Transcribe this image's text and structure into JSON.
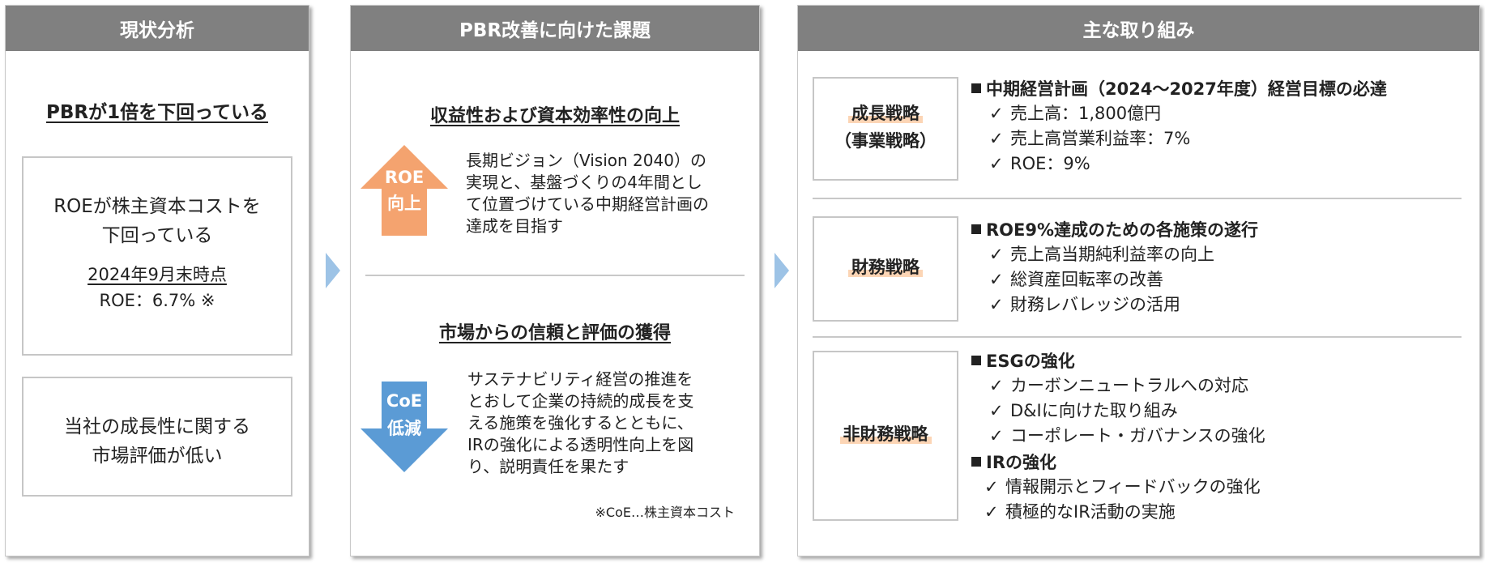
{
  "panel1": {
    "header": "現状分析",
    "heading": "PBRが1倍を下回っている",
    "box1": {
      "line1": "ROEが株主資本コストを",
      "line2": "下回っている",
      "date": "2024年9月末時点",
      "roe": "ROE：6.7% ※"
    },
    "box2": {
      "line1": "当社の成長性に関する",
      "line2": "市場評価が低い"
    }
  },
  "panel2": {
    "header": "PBR改善に向けた課題",
    "section1": {
      "title": "収益性および資本効率性の向上",
      "arrow_line1": "ROE",
      "arrow_line2": "向上",
      "arrow_color": "#f4a36f",
      "lines": [
        "長期ビジョン（Vision 2040）の",
        "実現と、基盤づくりの4年間とし",
        "て位置づけている中期経営計画の",
        "達成を目指す"
      ]
    },
    "section2": {
      "title": "市場からの信頼と評価の獲得",
      "arrow_line1": "CoE",
      "arrow_line2": "低減",
      "arrow_color": "#5b9bd5",
      "lines": [
        "サステナビリティ経営の推進を",
        "とおして企業の持続的成長を支",
        "える施策を強化するとともに、",
        "IRの強化による透明性向上を図",
        "り、説明責任を果たす"
      ]
    },
    "footnote": "※CoE…株主資本コスト"
  },
  "panel3": {
    "header": "主な取り組み",
    "rows": [
      {
        "label_line1": "成長戦略",
        "label_line2": "（事業戦略）",
        "sections": [
          {
            "title": "中期経営計画（2024～2027年度）経営目標の必達",
            "items": [
              "売上高：1,800億円",
              "売上高営業利益率：7%",
              "ROE：9%"
            ]
          }
        ]
      },
      {
        "label_line1": "財務戦略",
        "label_line2": "",
        "sections": [
          {
            "title": "ROE9%達成のための各施策の遂行",
            "items": [
              "売上高当期純利益率の向上",
              "総資産回転率の改善",
              "財務レバレッジの活用"
            ]
          }
        ]
      },
      {
        "label_line1": "非財務戦略",
        "label_line2": "",
        "sections": [
          {
            "title": "ESGの強化",
            "items": [
              "カーボンニュートラルへの対応",
              "D&Iに向けた取り組み",
              "コーポレート・ガバナンスの強化"
            ]
          },
          {
            "title": "IRの強化",
            "items": [
              "情報開示とフィードバックの強化",
              "積極的なIR活動の実施"
            ]
          }
        ]
      }
    ]
  },
  "colors": {
    "header_bg": "#808080",
    "chevron": "#9dc3e6",
    "highlight": "#fcd5b5"
  }
}
